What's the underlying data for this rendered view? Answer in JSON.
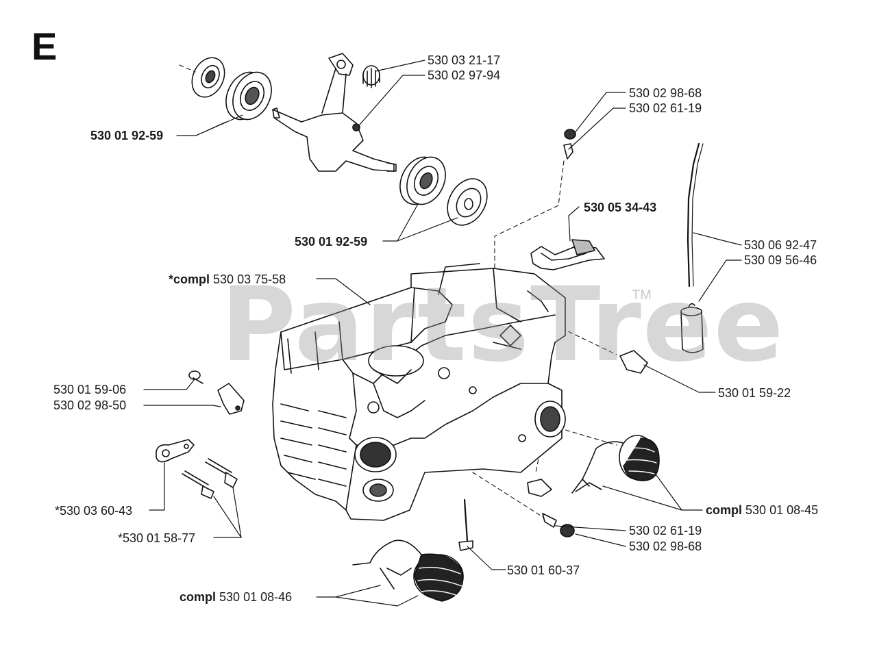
{
  "section_letter": "E",
  "watermark": "PartsTree",
  "trademark": "TM",
  "labels": {
    "l1": {
      "prefix": "",
      "num": "530 03 21-17",
      "bold": false
    },
    "l2": {
      "prefix": "",
      "num": "530 02 97-94",
      "bold": false
    },
    "l3": {
      "prefix": "",
      "num": "530 02 98-68",
      "bold": false
    },
    "l4": {
      "prefix": "",
      "num": "530 02 61-19",
      "bold": false
    },
    "l5": {
      "prefix": "",
      "num": "530 01 92-59",
      "bold": true
    },
    "l6": {
      "prefix": "",
      "num": "530 05 34-43",
      "bold": true
    },
    "l7": {
      "prefix": "",
      "num": "530 06 92-47",
      "bold": false
    },
    "l8": {
      "prefix": "",
      "num": "530 09 56-46",
      "bold": false
    },
    "l9": {
      "prefix": "",
      "num": "530 01 92-59",
      "bold": true
    },
    "l10": {
      "prefix": "*compl",
      "num": "530 03 75-58",
      "bold": false
    },
    "l11": {
      "prefix": "",
      "num": "530 01 59-06",
      "bold": false
    },
    "l12": {
      "prefix": "",
      "num": "530 02 98-50",
      "bold": false
    },
    "l13": {
      "prefix": "",
      "num": "530 01 59-22",
      "bold": false
    },
    "l14": {
      "prefix": "",
      "num": "*530 03 60-43",
      "bold": false
    },
    "l15": {
      "prefix": "",
      "num": "*530 01 58-77",
      "bold": false
    },
    "l16": {
      "prefix": "compl",
      "num": "530 01 08-45",
      "bold": false
    },
    "l17": {
      "prefix": "",
      "num": "530 02 61-19",
      "bold": false
    },
    "l18": {
      "prefix": "",
      "num": "530 02 98-68",
      "bold": false
    },
    "l19": {
      "prefix": "",
      "num": "530 01 60-37",
      "bold": false
    },
    "l20": {
      "prefix": "compl",
      "num": "530 01 08-46",
      "bold": false
    }
  }
}
